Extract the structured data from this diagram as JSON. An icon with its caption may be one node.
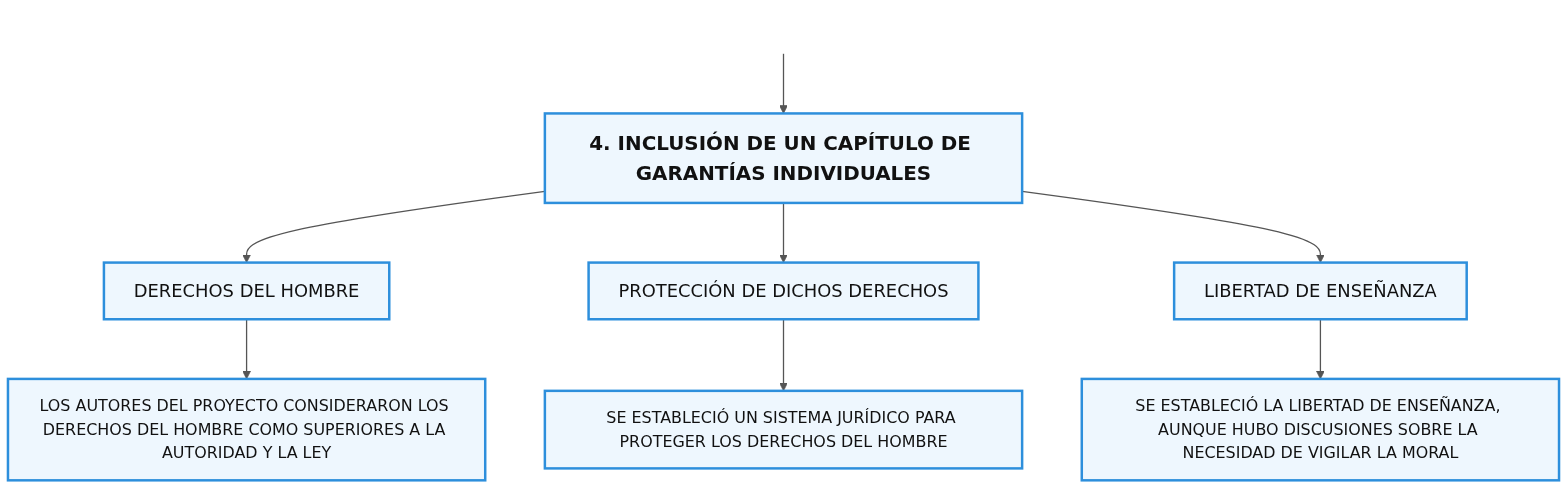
{
  "diagram": {
    "nodes": [
      {
        "text": [
          "4. INCLUSIÓN DE UN CAPÍTULO DE GARANTÍAS INDIVIDUALES"
        ]
      },
      {
        "text": [
          "DERECHOS DEL HOMBRE"
        ]
      },
      {
        "text": [
          "PROTECCIÓN DE DICHOS DERECHOS"
        ]
      },
      {
        "text": [
          "LIBERTAD DE ENSEÑANZA"
        ]
      },
      {
        "text": [
          "LOS AUTORES DEL PROYECTO CONSIDERARON LOS DERECHOS DEL HOMBRE COMO SUPERIORES A LA AUTORIDAD Y LA LEY"
        ]
      },
      {
        "text": [
          "SE ESTABLECIÓ UN SISTEMA JURÍDICO PARA PROTEGER LOS DERECHOS DEL HOMBRE"
        ]
      },
      {
        "text": [
          "SE ESTABLECIÓ LA LIBERTAD DE ENSEÑANZA, AUNQUE HUBO DISCUSIONES SOBRE LA NECESIDAD DE VIGILAR LA MORAL"
        ]
      }
    ],
    "edges": [
      {
        "from": null,
        "to": 0,
        "arrow": "to"
      },
      {
        "from": 0,
        "to": 1,
        "arrow": "to"
      },
      {
        "from": 0,
        "to": 2,
        "arrow": "to"
      },
      {
        "from": 0,
        "to": 3,
        "arrow": "to"
      },
      {
        "from": 1,
        "to": 4,
        "arrow": "to"
      },
      {
        "from": 2,
        "to": 5,
        "arrow": "to"
      },
      {
        "from": 3,
        "to": 6,
        "arrow": "to"
      }
    ]
  }
}
